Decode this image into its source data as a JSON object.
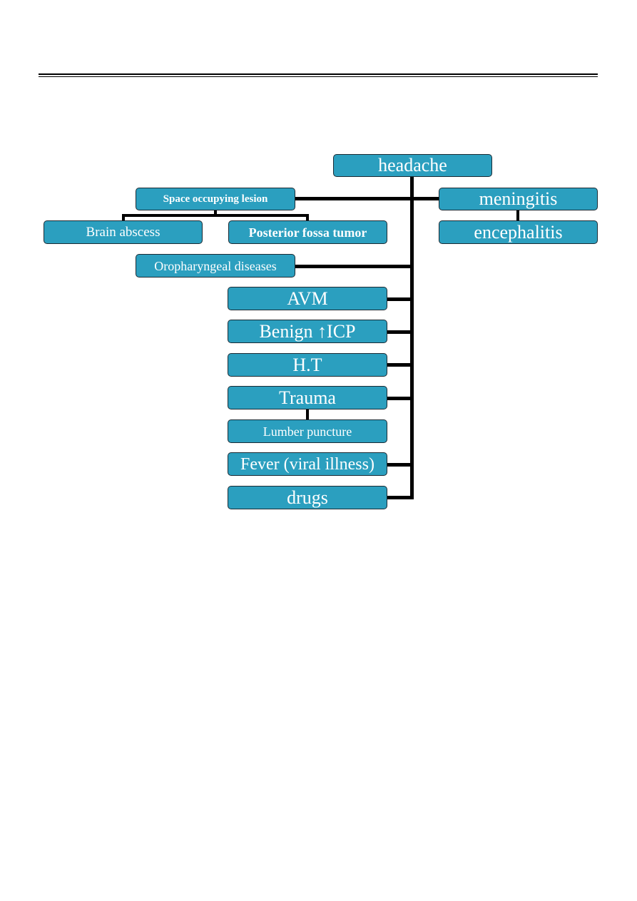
{
  "diagram": {
    "root": "headache",
    "space_occupying": {
      "label": "Space occupying lesion",
      "children": [
        "Brain abscess",
        "Posterior fossa tumor"
      ]
    },
    "meningitis": "meningitis",
    "encephalitis": "encephalitis",
    "oropharyngeal": "Oropharyngeal diseases",
    "avm": "AVM",
    "benign_icp": "Benign ↑ICP",
    "ht": "H.T",
    "trauma": "Trauma",
    "lumber_puncture": "Lumber puncture",
    "fever": "Fever (viral illness)",
    "drugs": "drugs"
  },
  "colors": {
    "node_fill": "#2b9fbf",
    "node_border": "#1b2a33",
    "connector": "#000000",
    "node_text": "#ffffff"
  }
}
